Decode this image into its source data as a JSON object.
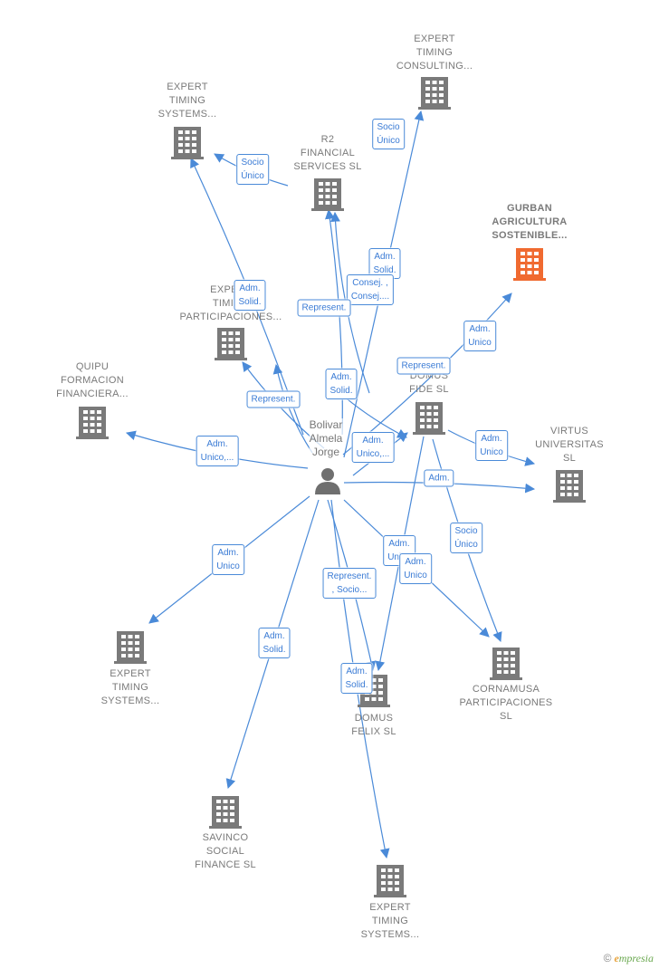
{
  "colors": {
    "edge": "#4a8ad8",
    "node": "#7a7a7a",
    "highlight": "#f06a30"
  },
  "person": {
    "label": "Bolivar\nAlmela\nJorge",
    "icon": "person-icon"
  },
  "companies": [
    {
      "id": "expert-timing-consulting",
      "label": "EXPERT\nTIMING\nCONSULTING...",
      "highlight": false
    },
    {
      "id": "expert-timing-systems-top",
      "label": "EXPERT\nTIMING\nSYSTEMS...",
      "highlight": false
    },
    {
      "id": "r2-financial",
      "label": "R2\nFINANCIAL\nSERVICES  SL",
      "highlight": false
    },
    {
      "id": "gurban",
      "label": "GURBAN\nAGRICULTURA\nSOSTENIBLE...",
      "highlight": true
    },
    {
      "id": "expert-timing-participaciones",
      "label": "EXPERT\nTIMING\nPARTICIPACIONES...",
      "highlight": false
    },
    {
      "id": "quipu",
      "label": "QUIPU\nFORMACION\nFINANCIERA...",
      "highlight": false
    },
    {
      "id": "domus-fide",
      "label": "DOMUS\nFIDE  SL",
      "highlight": false
    },
    {
      "id": "virtus",
      "label": "VIRTUS\nUNIVERSITAS\nSL",
      "highlight": false
    },
    {
      "id": "expert-timing-systems-left",
      "label": "EXPERT\nTIMING\nSYSTEMS...",
      "highlight": false
    },
    {
      "id": "cornamusa",
      "label": "CORNAMUSA\nPARTICIPACIONES\nSL",
      "highlight": false
    },
    {
      "id": "domus-felix",
      "label": "DOMUS\nFELIX SL",
      "highlight": false
    },
    {
      "id": "savinco",
      "label": "SAVINCO\nSOCIAL\nFINANCE  SL",
      "highlight": false
    },
    {
      "id": "expert-timing-systems-bottom",
      "label": "EXPERT\nTIMING\nSYSTEMS...",
      "highlight": false
    }
  ],
  "edge_labels": [
    {
      "id": "socio-unico-consulting",
      "text": "Socio\nÚnico"
    },
    {
      "id": "socio-unico-systems-top",
      "text": "Socio\nÚnico"
    },
    {
      "id": "adm-solid-consulting",
      "text": "Adm.\nSolid."
    },
    {
      "id": "consej-r2",
      "text": "Consej. ,\nConsej...."
    },
    {
      "id": "represent-r2",
      "text": "Represent."
    },
    {
      "id": "adm-solid-systems-top",
      "text": "Adm.\nSolid."
    },
    {
      "id": "adm-unico-gurban",
      "text": "Adm.\nUnico"
    },
    {
      "id": "represent-gurban",
      "text": "Represent."
    },
    {
      "id": "adm-solid-domus-fide",
      "text": "Adm.\nSolid."
    },
    {
      "id": "represent-participaciones",
      "text": "Represent."
    },
    {
      "id": "adm-unico-quipu",
      "text": "Adm.\nUnico,..."
    },
    {
      "id": "adm-unico-domus-fide",
      "text": "Adm.\nUnico,..."
    },
    {
      "id": "adm-unico-virtus-fide",
      "text": "Adm.\nUnico"
    },
    {
      "id": "adm-virtus",
      "text": "Adm."
    },
    {
      "id": "socio-unico-cornamusa",
      "text": "Socio\nÚnico"
    },
    {
      "id": "adm-unico-systems-left",
      "text": "Adm.\nUnico"
    },
    {
      "id": "adm-unico-felix-a",
      "text": "Adm.\nUnico"
    },
    {
      "id": "adm-unico-cornamusa",
      "text": "Adm.\nUnico"
    },
    {
      "id": "represent-socio-felix",
      "text": "Represent.\n, Socio..."
    },
    {
      "id": "adm-solid-savinco",
      "text": "Adm.\nSolid."
    },
    {
      "id": "adm-solid-felix",
      "text": "Adm.\nSolid."
    }
  ],
  "brand": {
    "copyright": "©",
    "initial": "e",
    "name": "mpresia"
  }
}
